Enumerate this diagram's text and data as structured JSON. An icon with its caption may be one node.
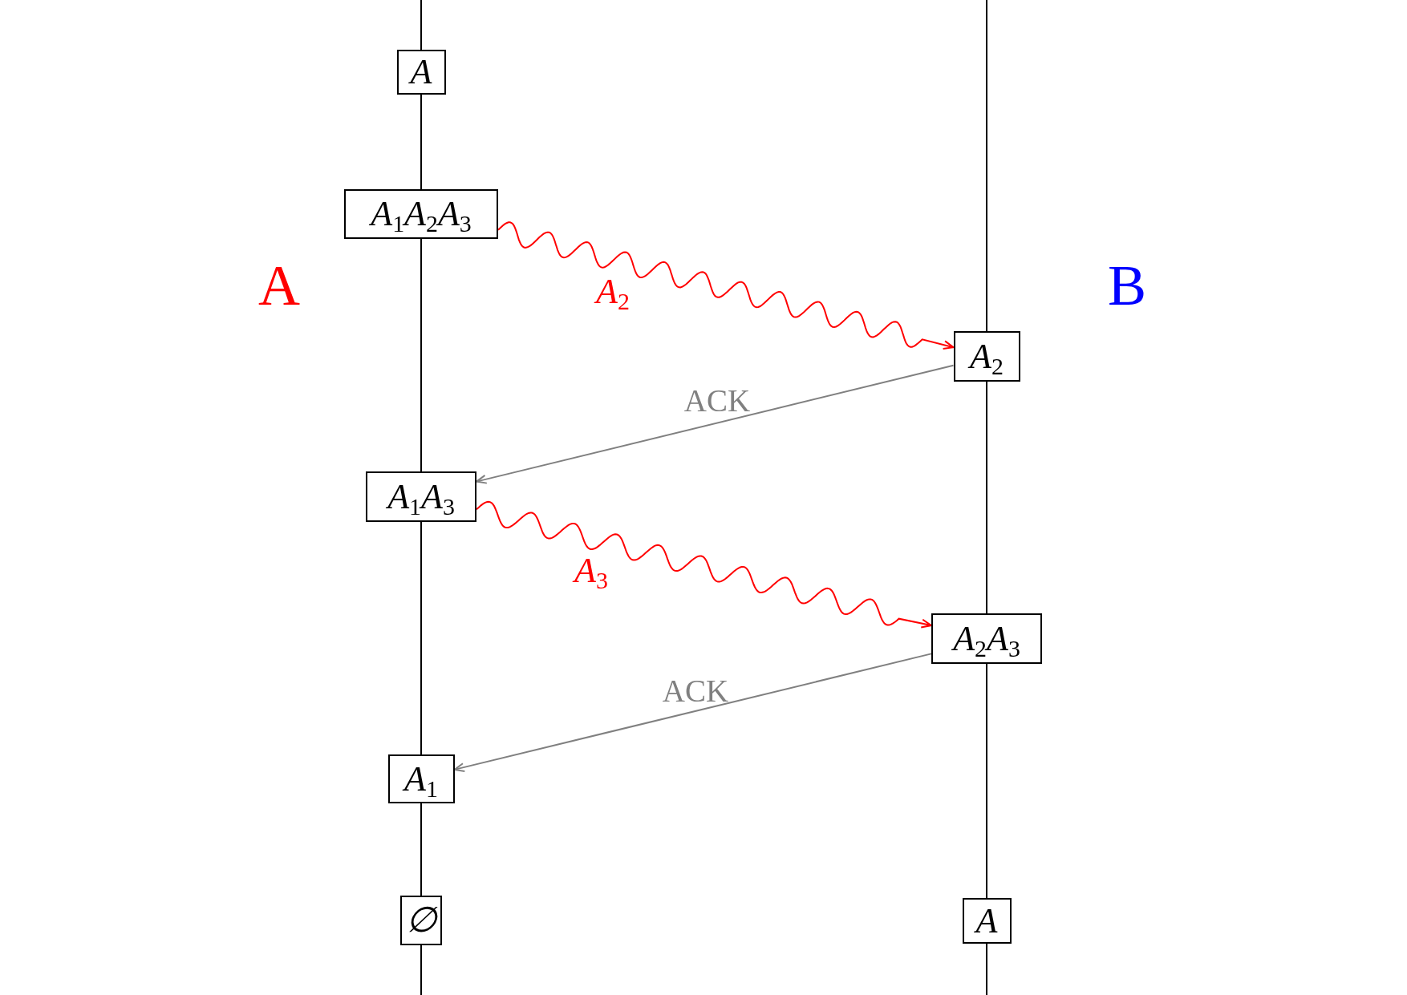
{
  "diagram": {
    "nodes": [
      {
        "text": [
          "A"
        ]
      },
      {
        "text": [
          "A$_{1}$A$_{2}$A$_{3}$"
        ]
      },
      {
        "text": [
          "A$_{2}$"
        ]
      },
      {
        "text": [
          "A$_{1}$A$_{3}$"
        ]
      },
      {
        "text": [
          "A$_{2}$A$_{3}$"
        ]
      },
      {
        "text": [
          "A$_{1}$"
        ]
      },
      {
        "text": [
          "∅"
        ]
      },
      {
        "text": [
          "A"
        ]
      }
    ],
    "edges": [
      {
        "from": null,
        "to": 0,
        "arrow": "none"
      },
      {
        "from": 0,
        "to": 1,
        "arrow": "none"
      },
      {
        "from": 1,
        "to": 3,
        "arrow": "none"
      },
      {
        "from": 3,
        "to": 5,
        "arrow": "none"
      },
      {
        "from": 5,
        "to": 6,
        "arrow": "none"
      },
      {
        "from": 6,
        "to": null,
        "arrow": "none"
      },
      {
        "from": null,
        "to": 2,
        "arrow": "none"
      },
      {
        "from": 2,
        "to": 4,
        "arrow": "none"
      },
      {
        "from": 4,
        "to": 7,
        "arrow": "none"
      },
      {
        "from": 7,
        "to": null,
        "arrow": "none"
      },
      {
        "from": 1,
        "to": 2,
        "arrow": "to",
        "label": "A$_{2}$",
        "color": "#ff0000"
      },
      {
        "from": 2,
        "to": 3,
        "arrow": "to",
        "label": "ACK",
        "color": "#808080"
      },
      {
        "from": 3,
        "to": 4,
        "arrow": "to",
        "label": "A$_{3}$",
        "color": "#ff0000"
      },
      {
        "from": 4,
        "to": 5,
        "arrow": "to",
        "label": "ACK",
        "color": "#808080"
      }
    ],
    "labels": [
      "A",
      "B"
    ]
  }
}
